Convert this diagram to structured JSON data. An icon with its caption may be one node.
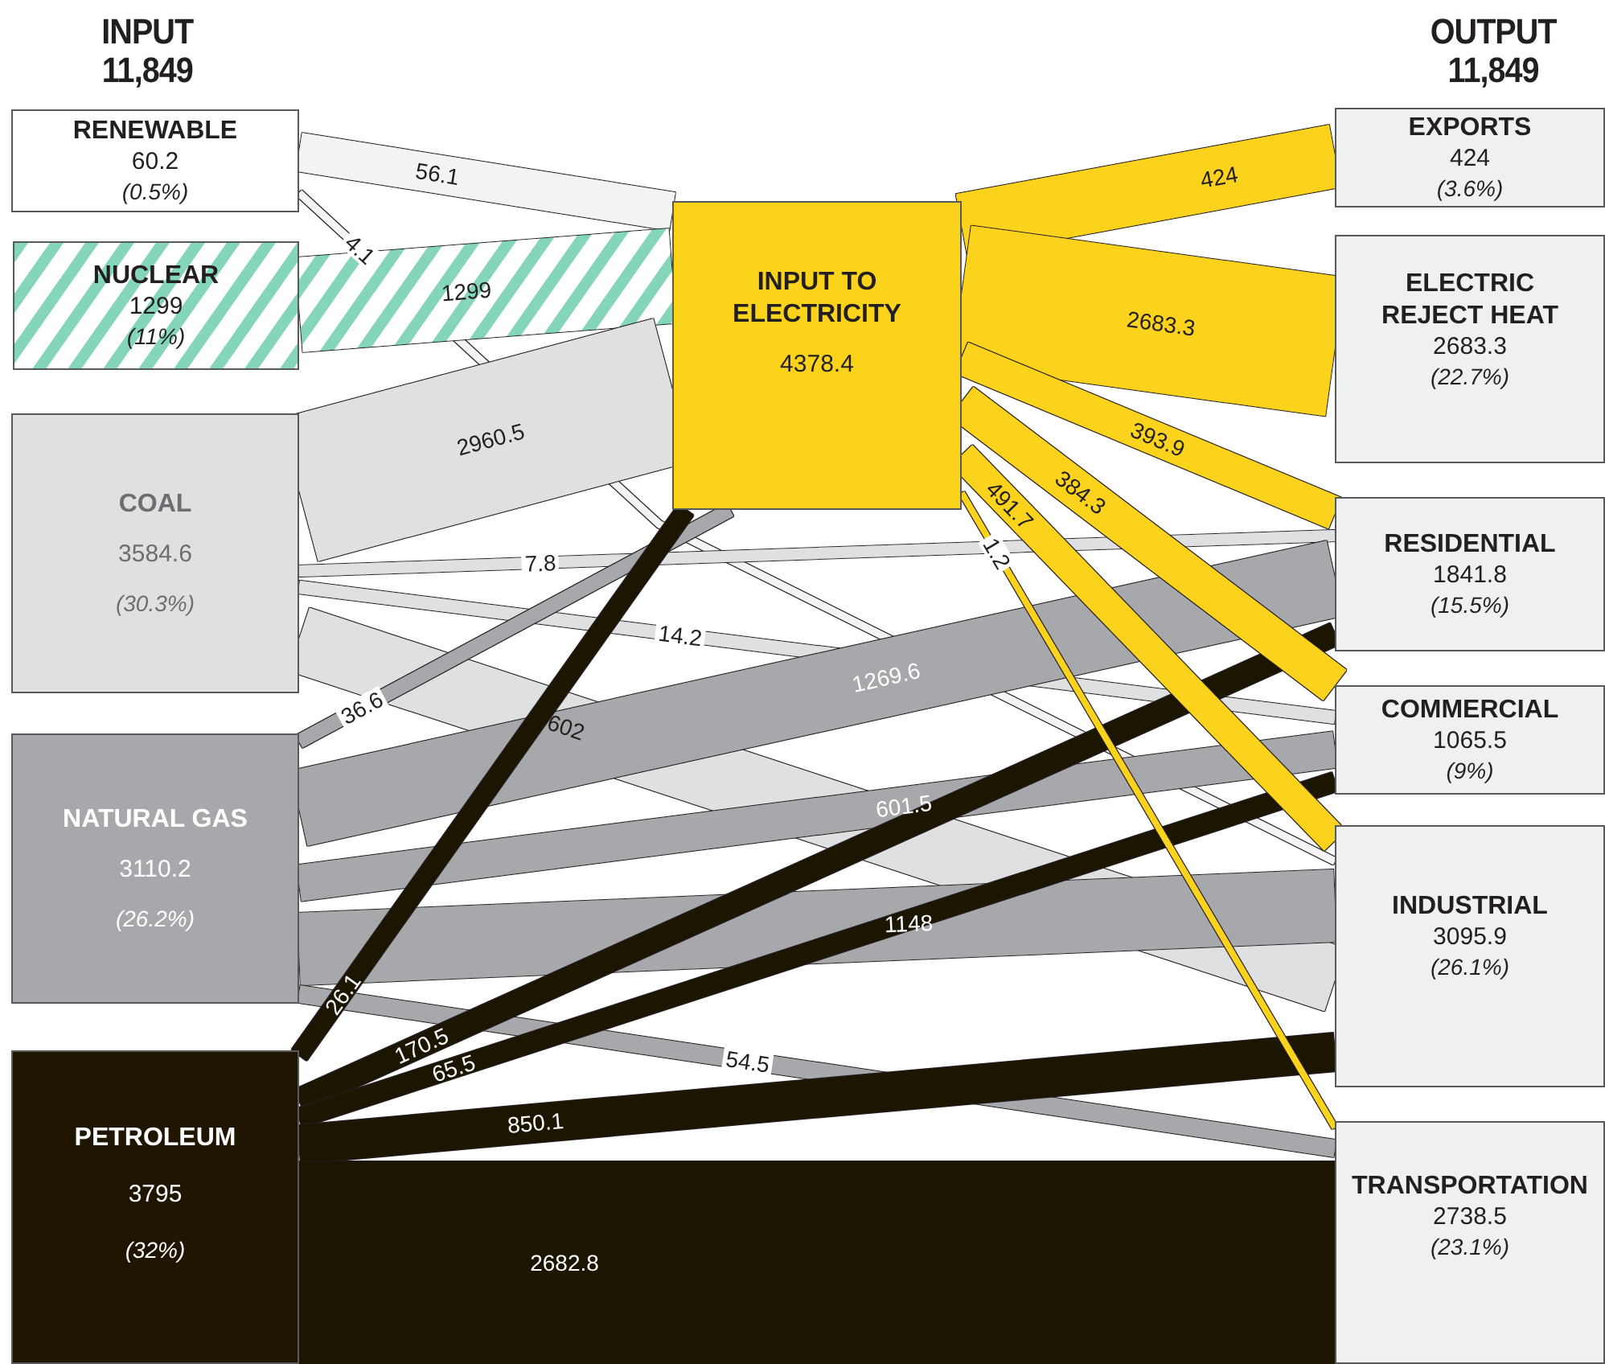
{
  "diagram": {
    "nodes": [
      {
        "text": [
          "RENEWABLE",
          "60.2",
          "(0.5%)"
        ]
      },
      {
        "text": [
          "NUCLEAR",
          "1299",
          "(11%)"
        ]
      },
      {
        "text": [
          "COAL",
          "3584.6",
          "(30.3%)"
        ]
      },
      {
        "text": [
          "NATURAL GAS",
          "3110.2",
          "(26.2%)"
        ]
      },
      {
        "text": [
          "PETROLEUM",
          "3795",
          "(32%)"
        ]
      },
      {
        "text": [
          "INPUT TO ELECTRICITY",
          "4378.4"
        ]
      },
      {
        "text": [
          "EXPORTS",
          "424",
          "(3.6%)"
        ]
      },
      {
        "text": [
          "ELECTRIC REJECT HEAT",
          "2683.3",
          "(22.7%)"
        ]
      },
      {
        "text": [
          "RESIDENTIAL",
          "1841.8",
          "(15.5%)"
        ]
      },
      {
        "text": [
          "COMMERCIAL",
          "1065.5",
          "(9%)"
        ]
      },
      {
        "text": [
          "INDUSTRIAL",
          "3095.9",
          "(26.1%)"
        ]
      },
      {
        "text": [
          "TRANSPORTATION",
          "2738.5",
          "(23.1%)"
        ]
      }
    ],
    "edges": [
      {
        "from": 0,
        "to": 5,
        "arrow": "none",
        "label": "56.1",
        "color": "#f3f3f3"
      },
      {
        "from": 0,
        "to": 10,
        "arrow": "none",
        "label": "4.1",
        "color": "#f3f3f3"
      },
      {
        "from": 1,
        "to": 5,
        "arrow": "none",
        "label": "1299",
        "color": "#ffffff",
        "style": "thick"
      },
      {
        "from": 2,
        "to": 5,
        "arrow": "none",
        "label": "2960.5",
        "color": "#dfe0e2",
        "style": "thick"
      },
      {
        "from": 2,
        "to": 8,
        "arrow": "none",
        "label": "7.8",
        "color": "#dfe0e2"
      },
      {
        "from": 2,
        "to": 9,
        "arrow": "none",
        "label": "14.2",
        "color": "#dfe0e2"
      },
      {
        "from": 2,
        "to": 10,
        "arrow": "none",
        "label": "602",
        "color": "#dfe0e2",
        "style": "thick"
      },
      {
        "from": 3,
        "to": 5,
        "arrow": "none",
        "label": "36.6",
        "color": "#a7a8ab"
      },
      {
        "from": 3,
        "to": 8,
        "arrow": "none",
        "label": "1269.6",
        "color": "#a7a8ab",
        "style": "thick"
      },
      {
        "from": 3,
        "to": 9,
        "arrow": "none",
        "label": "601.5",
        "color": "#a7a8ab"
      },
      {
        "from": 3,
        "to": 10,
        "arrow": "none",
        "label": "1148",
        "color": "#a7a8ab",
        "style": "thick"
      },
      {
        "from": 3,
        "to": 11,
        "arrow": "none",
        "label": "54.5",
        "color": "#a7a8ab"
      },
      {
        "from": 4,
        "to": 5,
        "arrow": "none",
        "label": "26.1",
        "color": "#1f1500"
      },
      {
        "from": 4,
        "to": 8,
        "arrow": "none",
        "label": "170.5",
        "color": "#1f1500"
      },
      {
        "from": 4,
        "to": 9,
        "arrow": "none",
        "label": "65.5",
        "color": "#1f1500"
      },
      {
        "from": 4,
        "to": 10,
        "arrow": "none",
        "label": "850.1",
        "color": "#1f1500"
      },
      {
        "from": 4,
        "to": 11,
        "arrow": "none",
        "label": "2682.8",
        "color": "#1f1500",
        "style": "thick"
      },
      {
        "from": 5,
        "to": 6,
        "arrow": "none",
        "label": "424",
        "color": "#fcd31b",
        "style": "thick"
      },
      {
        "from": 5,
        "to": 7,
        "arrow": "none",
        "label": "2683.3",
        "color": "#fcd31b",
        "style": "thick"
      },
      {
        "from": 5,
        "to": 8,
        "arrow": "none",
        "label": "393.9",
        "color": "#fcd31b"
      },
      {
        "from": 5,
        "to": 9,
        "arrow": "none",
        "label": "384.3",
        "color": "#fcd31b"
      },
      {
        "from": 5,
        "to": 10,
        "arrow": "none",
        "label": "491.7",
        "color": "#fcd31b"
      },
      {
        "from": 5,
        "to": 11,
        "arrow": "none",
        "label": "1.2",
        "color": "#fcd31b"
      }
    ],
    "labels": [
      "INPUT 11,849",
      "OUTPUT 11,849"
    ]
  }
}
